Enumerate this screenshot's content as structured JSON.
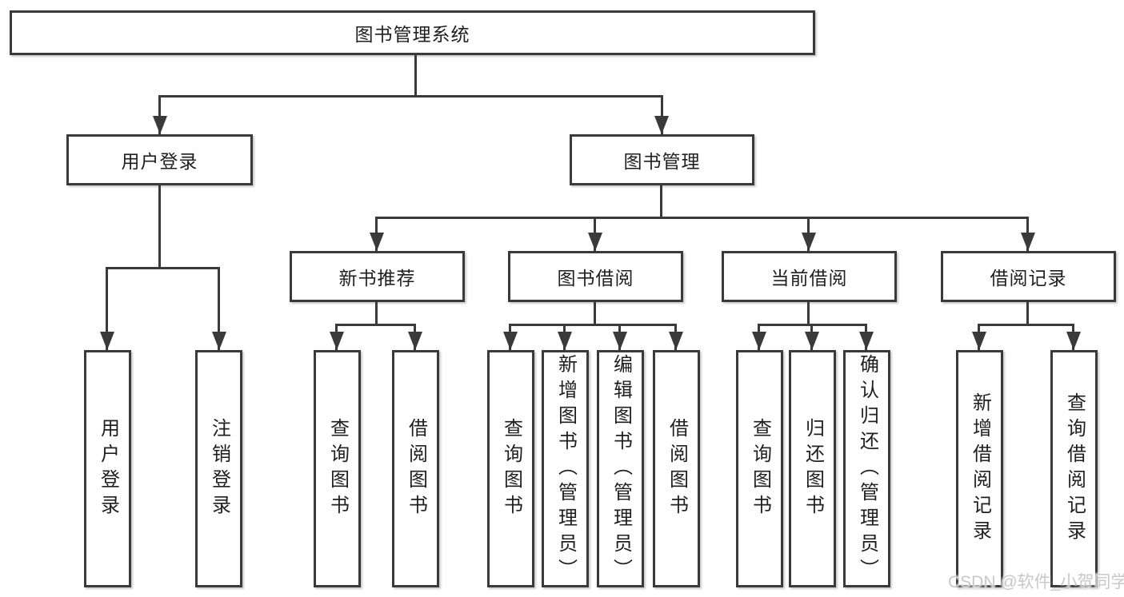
{
  "watermark": "CSDN @软件_小贺同学",
  "colors": {
    "line": "#3a3a3a",
    "box_border": "#3a3a3a",
    "text": "#1f1f1f",
    "watermark": "#c8c8c8",
    "background": "#ffffff"
  },
  "tree": {
    "root": {
      "label": "图书管理系统"
    },
    "children": [
      {
        "label": "用户登录",
        "children": [
          {
            "label": "用户登录"
          },
          {
            "label": "注销登录"
          }
        ]
      },
      {
        "label": "图书管理",
        "children": [
          {
            "label": "新书推荐",
            "children": [
              {
                "label": "查询图书"
              },
              {
                "label": "借阅图书"
              }
            ]
          },
          {
            "label": "图书借阅",
            "children": [
              {
                "label": "查询图书"
              },
              {
                "label": "新增图书（管理员）"
              },
              {
                "label": "编辑图书（管理员）"
              },
              {
                "label": "借阅图书"
              }
            ]
          },
          {
            "label": "当前借阅",
            "children": [
              {
                "label": "查询图书"
              },
              {
                "label": "归还图书"
              },
              {
                "label": "确认归还（管理员）"
              }
            ]
          },
          {
            "label": "借阅记录",
            "children": [
              {
                "label": "新增借阅记录"
              },
              {
                "label": "查询借阅记录"
              }
            ]
          }
        ]
      }
    ]
  }
}
